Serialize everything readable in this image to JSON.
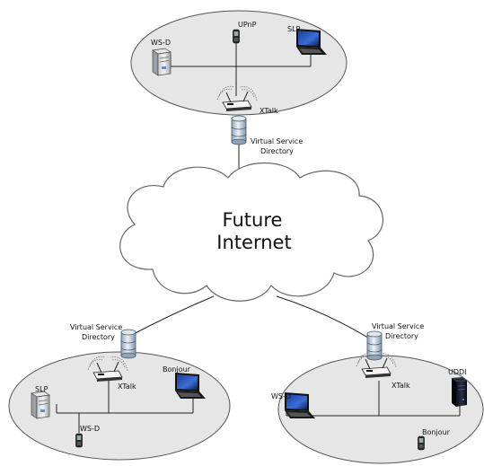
{
  "cloud": {
    "line1": "Future",
    "line2": "Internet"
  },
  "top_network": {
    "wsd": "WS-D",
    "upnp": "UPnP",
    "slp": "SLP",
    "xtalk": "XTalk",
    "directory_line1": "Virtual Service",
    "directory_line2": "Directory"
  },
  "left_network": {
    "directory_line1": "Virtual Service",
    "directory_line2": "Directory",
    "xtalk": "XTalk",
    "bonjour": "Bonjour",
    "slp": "SLP",
    "wsd": "WS-D"
  },
  "right_network": {
    "directory_line1": "Virtual Service",
    "directory_line2": "Directory",
    "xtalk": "XTalk",
    "uddi": "UDDI",
    "wsd": "WS-D",
    "bonjour": "Bonjour"
  },
  "colors": {
    "ellipse_fill": "#e6e6e6",
    "ellipse_stroke": "#555555",
    "cloud_fill": "#ffffff",
    "cloud_stroke": "#666666",
    "line": "#222222"
  }
}
